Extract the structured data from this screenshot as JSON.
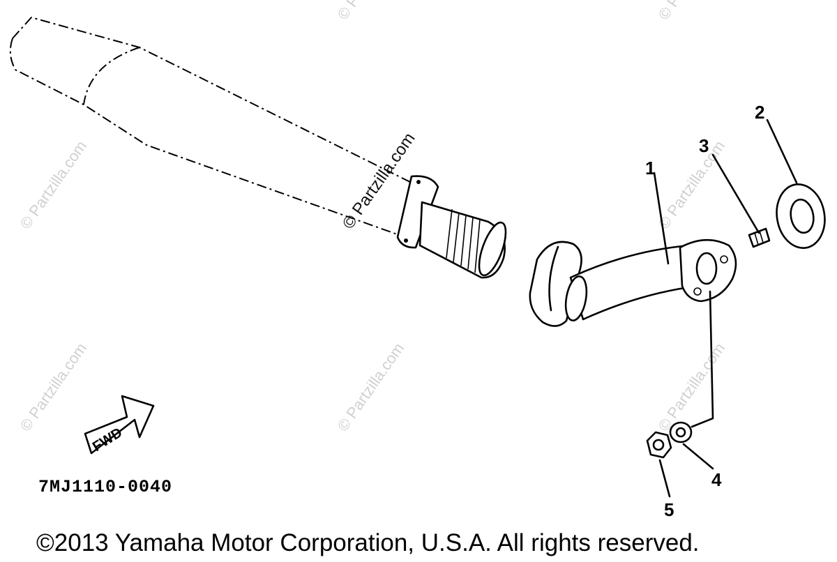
{
  "watermark": {
    "text": "© Partzilla.com",
    "center_text": "© Partzilla.com"
  },
  "callouts": [
    "1",
    "2",
    "3",
    "4",
    "5"
  ],
  "diagram_code": "7MJ1110-0040",
  "fwd_label": "FWD",
  "copyright": "©2013 Yamaha Motor Corporation, U.S.A. All rights reserved."
}
